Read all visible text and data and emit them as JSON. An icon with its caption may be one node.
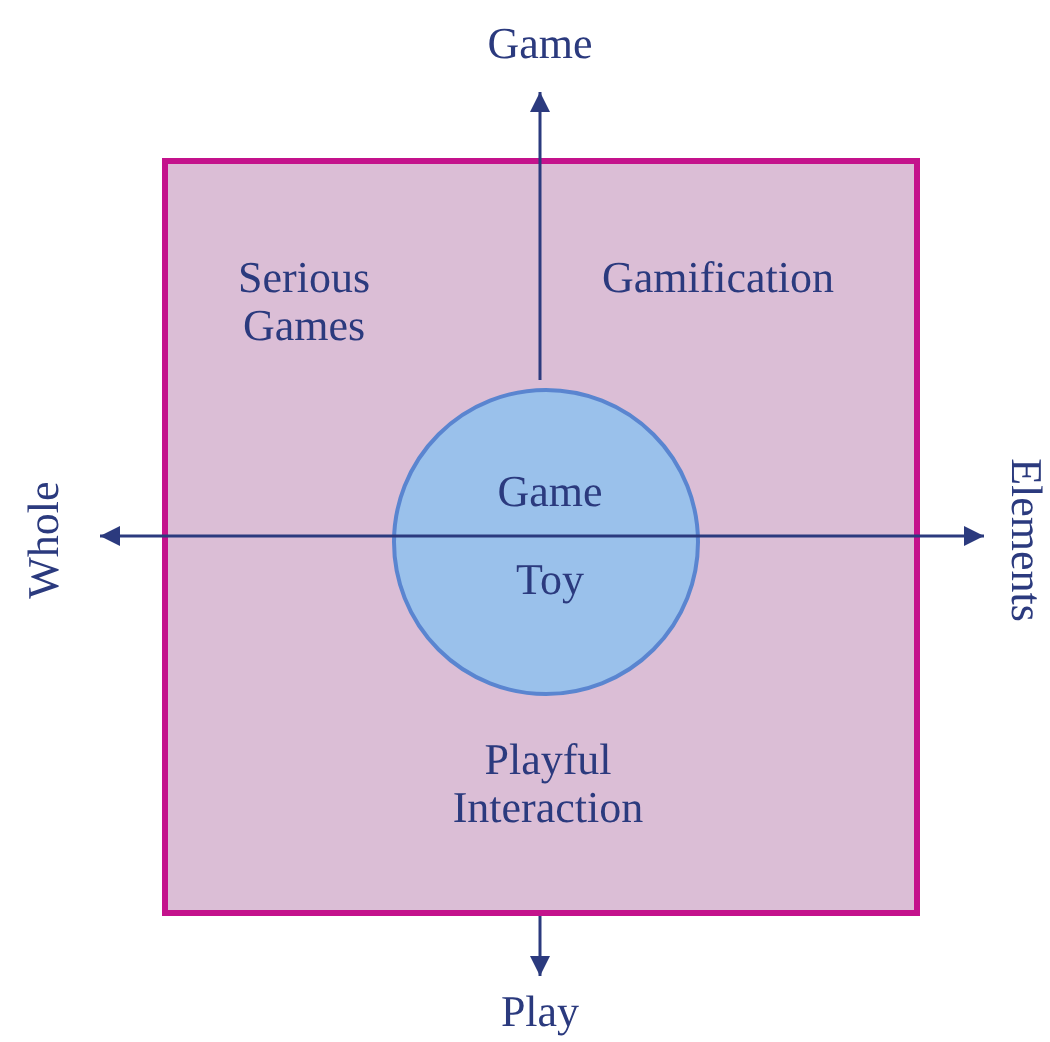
{
  "diagram": {
    "nodes": [
      {
        "text": [
          "Serious Games",
          "Gamification",
          "Playful Interaction"
        ]
      },
      {
        "text": [
          "Game",
          "Toy"
        ],
        "in": 0
      }
    ],
    "labels": [
      "Game",
      "Whole",
      "Elements",
      "Play"
    ]
  }
}
